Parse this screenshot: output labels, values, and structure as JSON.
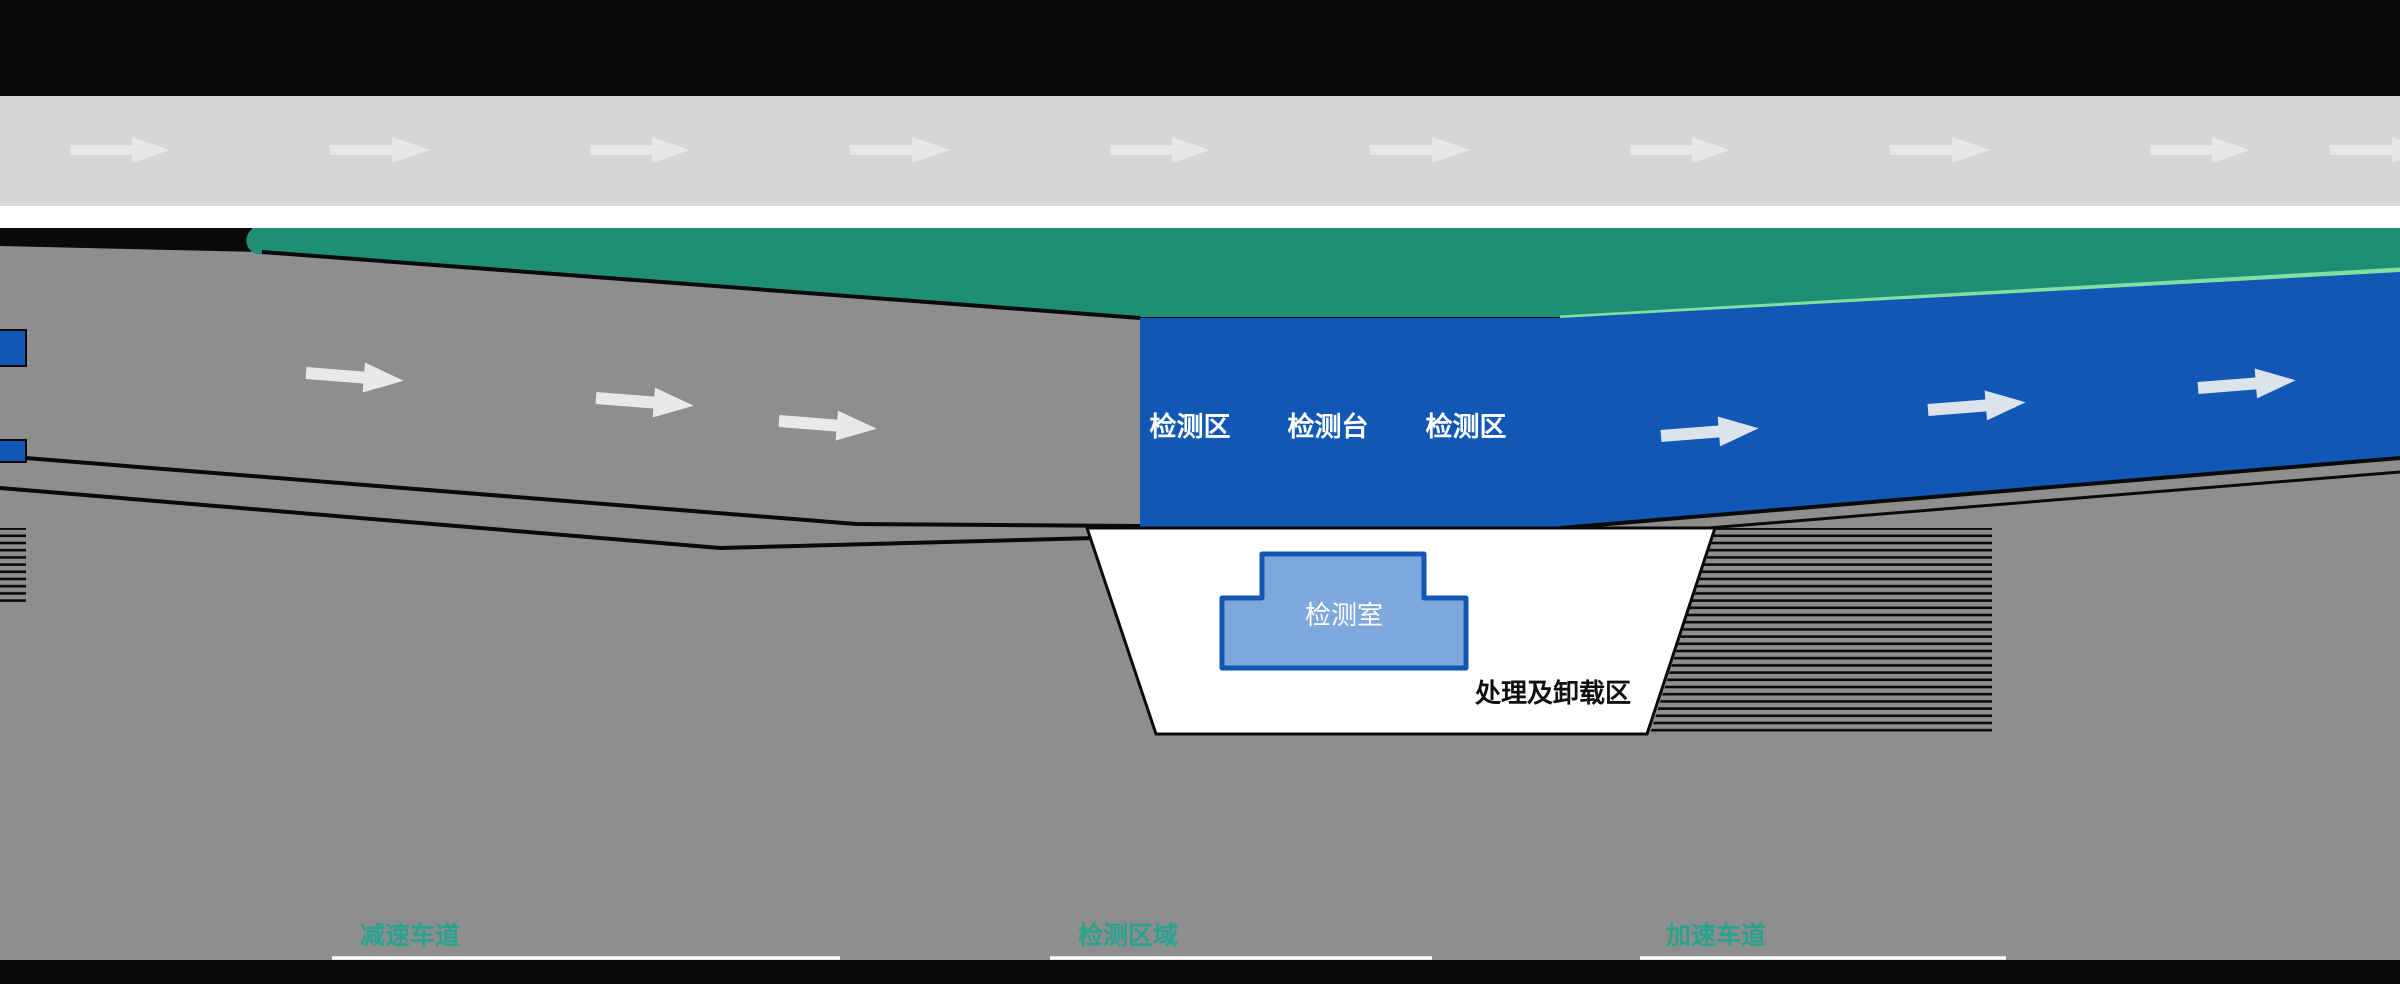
{
  "diagram": {
    "description": "highway-weigh-inspection-station-layout",
    "top_road": {
      "flow_direction": "right",
      "arrow_count": 10
    },
    "inspection_band": {
      "labels": [
        "检测区",
        "检测台",
        "检测区"
      ]
    },
    "inspection_room": {
      "label": "检测室"
    },
    "processing_area": {
      "label": "处理及卸载区"
    },
    "zones": [
      {
        "label": "减速车道"
      },
      {
        "label": "检测区域"
      },
      {
        "label": "加速车道"
      }
    ],
    "colors": {
      "road_dark": "#0a0a0b",
      "road_light": "#d6d6d6",
      "arrow_light": "#e7e7e7",
      "main_lane_teal": "#1e8f74",
      "accent_green": "#7fe0a0",
      "plaza_gray": "#8e8e8e",
      "inspection_blue": "#1157b6",
      "room_fill": "#7fa9dd",
      "room_border": "#1157b6",
      "label_teal": "#2aa38e",
      "white": "#ffffff"
    }
  }
}
